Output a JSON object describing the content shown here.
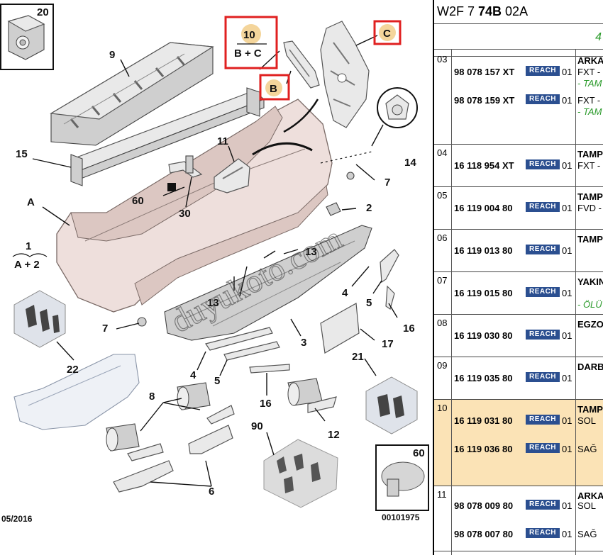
{
  "diagram": {
    "callouts": {
      "c20": "20",
      "c9": "9",
      "c10": "10",
      "c10sub": "B + C",
      "cB": "B",
      "cC": "C",
      "c15": "15",
      "c11": "11",
      "c14": "14",
      "cA": "A",
      "c60a": "60",
      "c30": "30",
      "c7a": "7",
      "c2": "2",
      "c1": "1",
      "c1sub": "A + 2",
      "c13a": "13",
      "c13b": "13",
      "c4a": "4",
      "c5a": "5",
      "c16a": "16",
      "c7b": "7",
      "c3": "3",
      "c17": "17",
      "c22": "22",
      "c4b": "4",
      "c5b": "5",
      "c21": "21",
      "c8": "8",
      "c16b": "16",
      "c90": "90",
      "c12": "12",
      "c6": "6",
      "c60b": "60"
    },
    "date": "05/2016",
    "figure_code": "00101975",
    "watermark": "duyukoto.com"
  },
  "panel": {
    "header": {
      "prefix": "W2F 7 ",
      "bold": "74B",
      "suffix": " 02A"
    },
    "subheader": "4",
    "rows": [
      {
        "no": "03",
        "desc": "ARKA",
        "parts": [
          {
            "pn": "98 078 157 XT",
            "badge": "REACH",
            "qty": "01",
            "desc": "FXT -",
            "note": "- TAM"
          },
          {
            "pn": "98 078 159 XT",
            "badge": "REACH",
            "qty": "01",
            "desc": "FXT -",
            "note": "- TAM"
          }
        ]
      },
      {
        "no": "04",
        "desc": "TAMP",
        "parts": [
          {
            "pn": "16 118 954 XT",
            "badge": "REACH",
            "qty": "01",
            "desc": "FXT -"
          }
        ]
      },
      {
        "no": "05",
        "desc": "TAMP",
        "parts": [
          {
            "pn": "16 119 004 80",
            "badge": "REACH",
            "qty": "01",
            "desc": "FVD -"
          }
        ]
      },
      {
        "no": "06",
        "desc": "TAMP",
        "parts": [
          {
            "pn": "16 119 013 80",
            "badge": "REACH",
            "qty": "01"
          }
        ]
      },
      {
        "no": "07",
        "desc": "YAKIN",
        "parts": [
          {
            "pn": "16 119 015 80",
            "badge": "REACH",
            "qty": "01",
            "note": "- ÖLÜ"
          }
        ]
      },
      {
        "no": "08",
        "desc": "EGZO",
        "parts": [
          {
            "pn": "16 119 030 80",
            "badge": "REACH",
            "qty": "01"
          }
        ]
      },
      {
        "no": "09",
        "desc": "DARB",
        "parts": [
          {
            "pn": "16 119 035 80",
            "badge": "REACH",
            "qty": "01"
          }
        ]
      },
      {
        "no": "10",
        "desc": "TAMP",
        "highlight": true,
        "parts": [
          {
            "pn": "16 119 031 80",
            "badge": "REACH",
            "qty": "01",
            "desc": "SOL"
          },
          {
            "pn": "16 119 036 80",
            "badge": "REACH",
            "qty": "01",
            "desc": "SAĞ"
          }
        ]
      },
      {
        "no": "11",
        "desc": "ARKA",
        "parts": [
          {
            "pn": "98 078 009 80",
            "badge": "REACH",
            "qty": "01",
            "desc": "SOL"
          },
          {
            "pn": "98 078 007 80",
            "badge": "REACH",
            "qty": "01",
            "desc": "SAĞ"
          }
        ]
      }
    ]
  }
}
